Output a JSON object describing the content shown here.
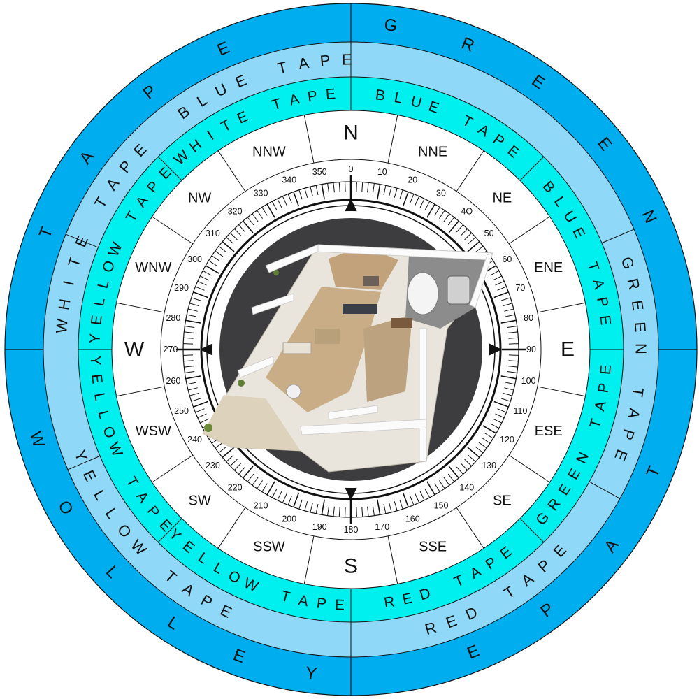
{
  "colors": {
    "outer_ring": "#00aeef",
    "middle_ring": "#8fd8f8",
    "inner_ring": "#00f0f0",
    "white": "#ffffff",
    "center_dark": "#3d3c3e",
    "line": "#111111"
  },
  "outer_ring": {
    "letters": [
      {
        "char": "G",
        "deg": 7
      },
      {
        "char": "R",
        "deg": 21
      },
      {
        "char": "E",
        "deg": 35
      },
      {
        "char": "E",
        "deg": 51
      },
      {
        "char": "N",
        "deg": 66
      },
      {
        "char": "T",
        "deg": 112
      },
      {
        "char": "A",
        "deg": 127
      },
      {
        "char": "P",
        "deg": 143
      },
      {
        "char": "E",
        "deg": 158
      },
      {
        "char": "Y",
        "deg": 187
      },
      {
        "char": "E",
        "deg": 200
      },
      {
        "char": "L",
        "deg": 213
      },
      {
        "char": "L",
        "deg": 227
      },
      {
        "char": "O",
        "deg": 241
      },
      {
        "char": "W",
        "deg": 254
      },
      {
        "char": "T",
        "deg": 291
      },
      {
        "char": "A",
        "deg": 306
      },
      {
        "char": "P",
        "deg": 322
      },
      {
        "char": "E",
        "deg": 337
      }
    ],
    "arc_labels": [
      {
        "text": "GREEN TAPE",
        "deg": 92
      },
      {
        "text": "RED TAPE",
        "deg": 149
      },
      {
        "text": "YELLOW TAPE",
        "deg": 227
      },
      {
        "text": "WHITE TAPE",
        "deg": 294
      },
      {
        "text": "BLUE TAPE",
        "deg": 342
      }
    ]
  },
  "inner_ring": {
    "labels": [
      {
        "text": "BLUE TAPE",
        "deg": 23
      },
      {
        "text": "BLUE TAPE",
        "deg": 67
      },
      {
        "text": "GREEN TAPE",
        "deg": 113
      },
      {
        "text": "RED TAPE",
        "deg": 157
      },
      {
        "text": "YELLOW TAPE",
        "deg": 203
      },
      {
        "text": "YELLOW TAPE",
        "deg": 247
      },
      {
        "text": "YELLOW TAPE",
        "deg": 293
      },
      {
        "text": "WHITE TAPE",
        "deg": 337
      }
    ]
  },
  "directions": [
    {
      "label": "N",
      "deg": 0,
      "major": true
    },
    {
      "label": "NNE",
      "deg": 22.5,
      "major": false
    },
    {
      "label": "NE",
      "deg": 45,
      "major": false
    },
    {
      "label": "ENE",
      "deg": 67.5,
      "major": false
    },
    {
      "label": "E",
      "deg": 90,
      "major": true
    },
    {
      "label": "ESE",
      "deg": 112.5,
      "major": false
    },
    {
      "label": "SE",
      "deg": 135,
      "major": false
    },
    {
      "label": "SSE",
      "deg": 157.5,
      "major": false
    },
    {
      "label": "S",
      "deg": 180,
      "major": true
    },
    {
      "label": "SSW",
      "deg": 202.5,
      "major": false
    },
    {
      "label": "SW",
      "deg": 225,
      "major": false
    },
    {
      "label": "WSW",
      "deg": 247.5,
      "major": false
    },
    {
      "label": "W",
      "deg": 270,
      "major": true
    },
    {
      "label": "WNW",
      "deg": 292.5,
      "major": false
    },
    {
      "label": "NW",
      "deg": 315,
      "major": false
    },
    {
      "label": "NNW",
      "deg": 337.5,
      "major": false
    }
  ],
  "degree_labels": [
    "0",
    "10",
    "20",
    "30",
    "4O",
    "50",
    "60",
    "70",
    "80",
    "90",
    "100",
    "110",
    "120",
    "130",
    "140",
    "150",
    "160",
    "170",
    "180",
    "190",
    "200",
    "210",
    "220",
    "230",
    "240",
    "250",
    "260",
    "270",
    "280",
    "290",
    "300",
    "310",
    "320",
    "330",
    "340",
    "350"
  ]
}
